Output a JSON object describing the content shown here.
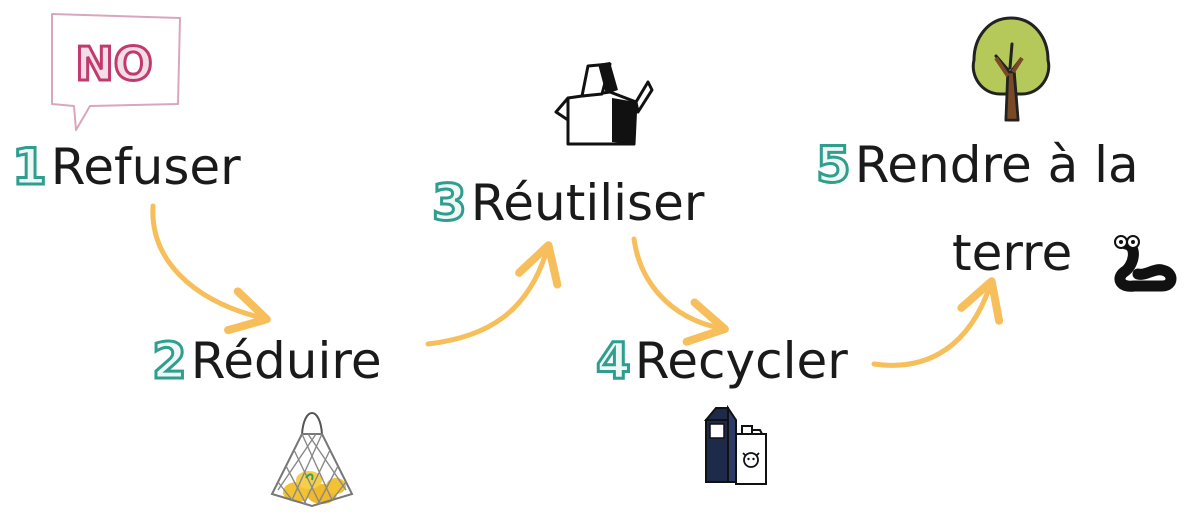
{
  "colors": {
    "accent": "#2f9e8f",
    "arrow": "#f6bf5c",
    "text": "#1a1a1a",
    "no_stroke": "#c23a6d"
  },
  "steps": [
    {
      "number": "1",
      "label": "Refuser",
      "icon": "no-speech-bubble-icon"
    },
    {
      "number": "2",
      "label": "Réduire",
      "icon": "mesh-bag-icon"
    },
    {
      "number": "3",
      "label": "Réutiliser",
      "icon": "open-box-icon"
    },
    {
      "number": "4",
      "label": "Recycler",
      "icon": "milk-cartons-icon"
    },
    {
      "number": "5",
      "label": "Rendre à la",
      "label_line2": "terre",
      "icons": [
        "tree-icon",
        "worm-icon"
      ]
    }
  ],
  "no_bubble_text": "NO"
}
